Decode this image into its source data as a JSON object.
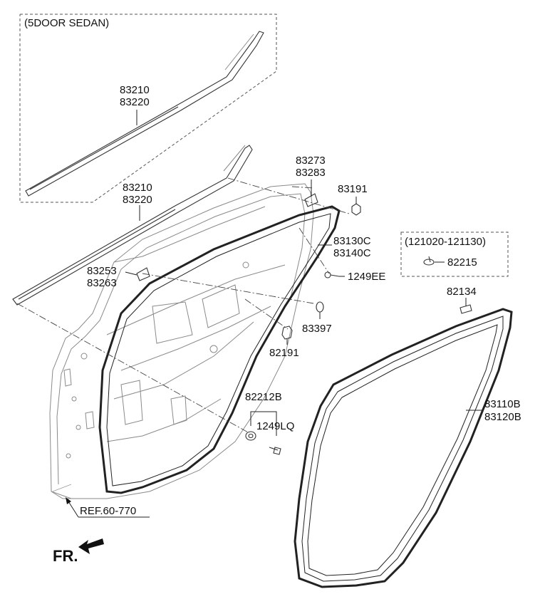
{
  "variant_boxes": {
    "sedan": "(5DOOR SEDAN)",
    "serial": "(121020-121130)"
  },
  "part_numbers": {
    "p83210_a": "83210",
    "p83220_a": "83220",
    "p83210_b": "83210",
    "p83220_b": "83220",
    "p83273": "83273",
    "p83283": "83283",
    "p83191": "83191",
    "p83130C": "83130C",
    "p83140C": "83140C",
    "p1249EE": "1249EE",
    "p83253": "83253",
    "p83263": "83263",
    "p83397": "83397",
    "p82191": "82191",
    "p82134": "82134",
    "p82215": "82215",
    "p82212B": "82212B",
    "p1249LQ": "1249LQ",
    "p83110B": "83110B",
    "p83120B": "83120B"
  },
  "reference": "REF.60-770",
  "front_marker": "FR."
}
